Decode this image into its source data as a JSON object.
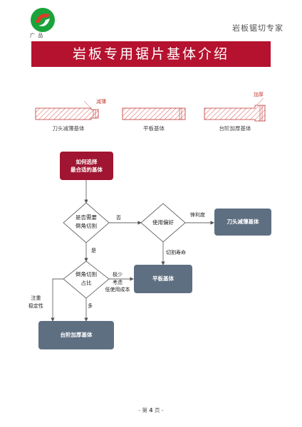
{
  "header": {
    "brand": "岩板锯切专家",
    "logo_caption": "广  品"
  },
  "title": "岩板专用锯片基体介绍",
  "plates": [
    {
      "label": "刀头减薄基体",
      "callout": "减薄"
    },
    {
      "label": "平板基体",
      "callout": ""
    },
    {
      "label": "台阶加厚基体",
      "callout": "加厚"
    }
  ],
  "flowchart": {
    "start": {
      "line1": "如何选择",
      "line2": "最合适的基体"
    },
    "decision1": {
      "line1": "是否需要",
      "line2": "倒角切割"
    },
    "decision2": {
      "line1": "使用偏好"
    },
    "decision3": {
      "line1": "倒角切割",
      "line2": "占比"
    },
    "result_thin": "刀头减薄基体",
    "result_flat": "平板基体",
    "result_step": "台阶加厚基体",
    "edges": {
      "no": "否",
      "yes": "是",
      "sharpness": "锋利度",
      "life": "切割寿命",
      "rare": "极少",
      "consider": "考虑",
      "low_cost": "低使用成本",
      "stability_1": "注重",
      "stability_2": "稳定性",
      "many": "多"
    }
  },
  "footer": {
    "prefix": "- 第",
    "number": "4",
    "suffix": "页 -"
  },
  "colors": {
    "banner": "#b5122f",
    "start_node": "#a01531",
    "result_node": "#5f6f82",
    "hatch": "#d9534f"
  }
}
